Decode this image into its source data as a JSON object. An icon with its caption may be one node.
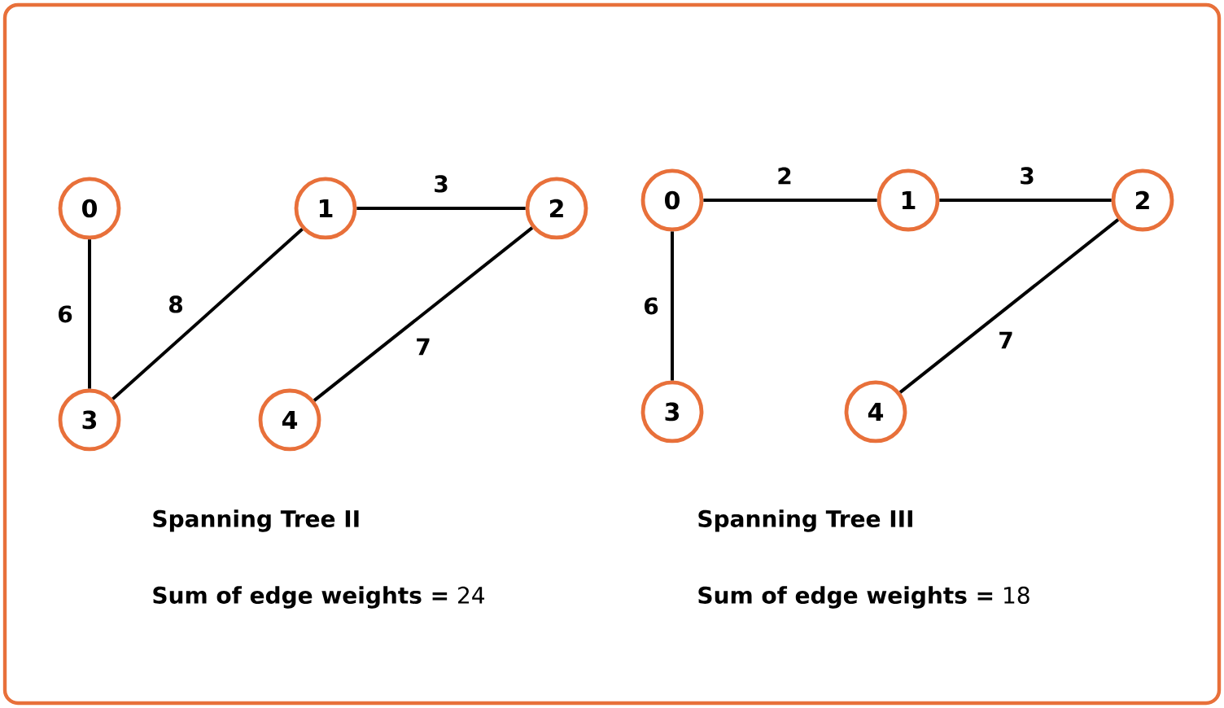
{
  "diagram": {
    "nodes": [
      {
        "text": [
          "0"
        ]
      },
      {
        "text": [
          "1"
        ]
      },
      {
        "text": [
          "2"
        ]
      },
      {
        "text": [
          "3"
        ]
      },
      {
        "text": [
          "4"
        ]
      },
      {
        "text": [
          "0"
        ]
      },
      {
        "text": [
          "1"
        ]
      },
      {
        "text": [
          "2"
        ]
      },
      {
        "text": [
          "3"
        ]
      },
      {
        "text": [
          "4"
        ]
      }
    ],
    "edges": [
      {
        "from": 0,
        "to": 3,
        "arrow": "none",
        "label": "6"
      },
      {
        "from": 3,
        "to": 1,
        "arrow": "none",
        "label": "8"
      },
      {
        "from": 1,
        "to": 2,
        "arrow": "none",
        "label": "3"
      },
      {
        "from": 2,
        "to": 4,
        "arrow": "none",
        "label": "7"
      },
      {
        "from": 5,
        "to": 6,
        "arrow": "none",
        "label": "2"
      },
      {
        "from": 6,
        "to": 7,
        "arrow": "none",
        "label": "3"
      },
      {
        "from": 5,
        "to": 8,
        "arrow": "none",
        "label": "6"
      },
      {
        "from": 7,
        "to": 9,
        "arrow": "none",
        "label": "7"
      }
    ],
    "labels": [
      "Spanning Tree II",
      "**Sum of edge weights =** 24",
      "Spanning Tree III",
      "**Sum of edge weights =** 18"
    ]
  }
}
